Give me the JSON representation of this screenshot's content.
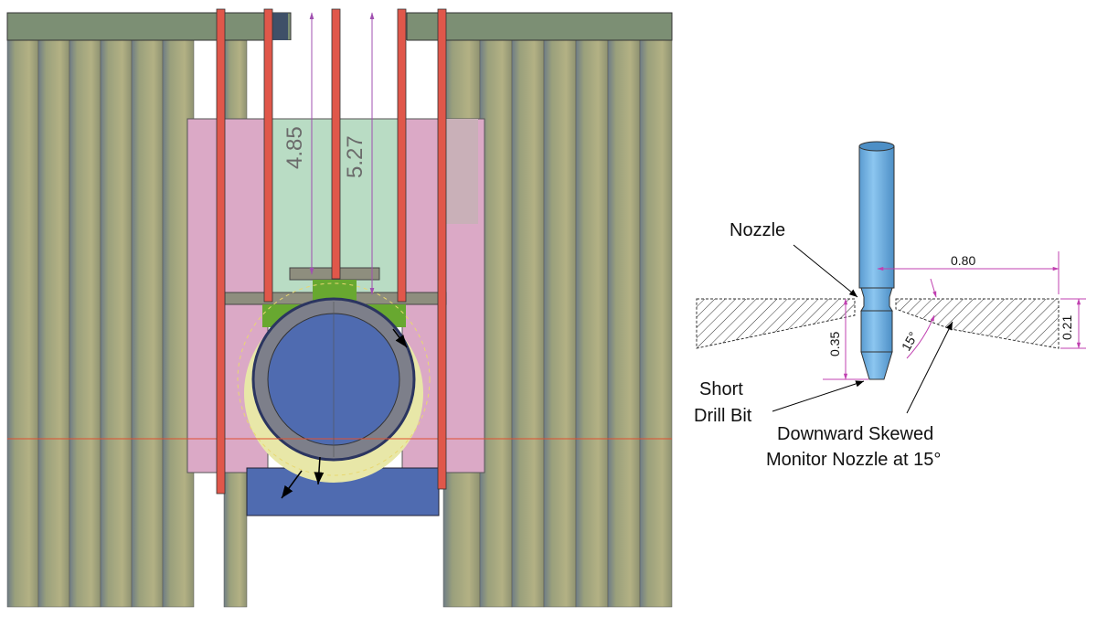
{
  "left_view": {
    "dimensions": [
      "4.85",
      "5.27"
    ],
    "colors": {
      "rod": "#e0574a",
      "plate_green": "#b9dcc4",
      "pink_block": "#dba9c6",
      "pipe_blue": "#4f6bb0",
      "column_olive": "#9a9c72",
      "dimension": "#a050b0"
    }
  },
  "right_view": {
    "labels": {
      "nozzle": "Nozzle",
      "drill_bit_line1": "Short",
      "drill_bit_line2": "Drill Bit",
      "skewed_line1": "Downward Skewed",
      "skewed_line2": "Monitor Nozzle at 15°"
    },
    "dimensions": {
      "width": "0.80",
      "depth": "0.35",
      "thickness": "0.21",
      "angle": "15°"
    },
    "colors": {
      "tool": "#6fb1e3",
      "dimension": "#c040b0"
    }
  }
}
